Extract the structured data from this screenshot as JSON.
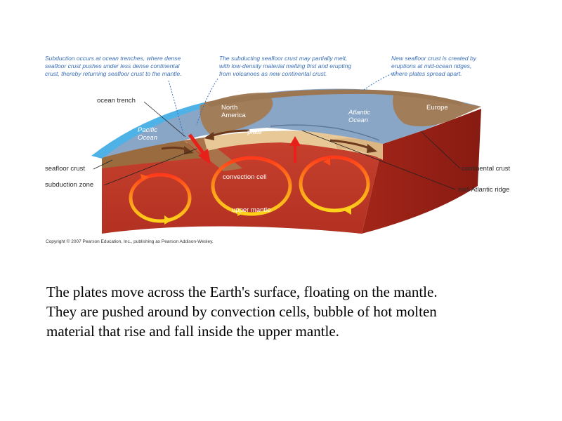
{
  "notes": {
    "subduction": "Subduction occurs at ocean trenches, where dense\nseafloor crust pushes under less dense continental\ncrust, thereby returning seafloor crust to the mantle.",
    "melting": "The subducting seafloor crust may partially melt,\nwith low-density material melting first and erupting\nfrom volcanoes as new continental crust.",
    "new_crust": "New seafloor crust is created by\neruptions at mid-ocean ridges,\nwhere plates spread apart."
  },
  "callouts": {
    "ocean_trench": "ocean trench",
    "seafloor_crust": "seafloor crust",
    "subduction_zone": "subduction zone",
    "continental_crust": "continental crust",
    "mid_atlantic_ridge": "mid-Atlantic ridge"
  },
  "regions": {
    "north_america": "North\nAmerica",
    "pacific_ocean": "Pacific\nOcean",
    "atlantic_ocean": "Atlantic\nOcean",
    "europe": "Europe",
    "plate": "plate",
    "convection_cell": "convection cell",
    "upper_mantle": "upper mantle"
  },
  "copyright": "Copyright © 2007 Pearson Education, Inc., publishing as Pearson Addison-Wesley.",
  "caption": "The plates move across the Earth's surface, floating on the mantle.\nThey are pushed around by convection cells, bubble of hot molten\nmaterial that rise and fall inside the upper mantle.",
  "colors": {
    "mantle": "#c0392b",
    "ocean": "#8aa6c6",
    "continent": "#a27d59",
    "note_text": "#3b6fb6"
  }
}
